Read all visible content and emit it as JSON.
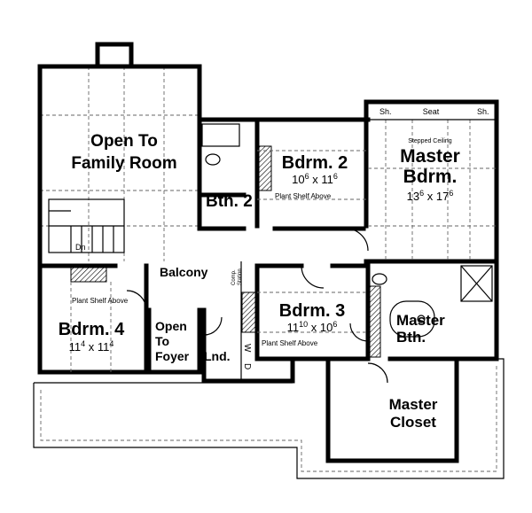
{
  "plan": {
    "rooms": {
      "family_open_1": "Open To",
      "family_open_2": "Family Room",
      "bath2": "Bth. 2",
      "bdrm2": "Bdrm. 2",
      "bdrm2_w": "10",
      "bdrm2_w_in": "6",
      "bdrm2_x": "x",
      "bdrm2_d": "11",
      "bdrm2_d_in": "6",
      "master_1": "Master",
      "master_2": "Bdrm.",
      "master_w": "13",
      "master_w_in": "6",
      "master_x": "x",
      "master_d": "17",
      "master_d_in": "6",
      "balcony": "Balcony",
      "bdrm4": "Bdrm. 4",
      "bdrm4_w": "11",
      "bdrm4_w_in": "4",
      "bdrm4_x": "x",
      "bdrm4_d": "11",
      "bdrm4_d_in": "4",
      "foyer_1": "Open",
      "foyer_2": "To",
      "foyer_3": "Foyer",
      "laundry": "Lnd.",
      "bdrm3": "Bdrm. 3",
      "bdrm3_w": "11",
      "bdrm3_w_in": "10",
      "bdrm3_x": "x",
      "bdrm3_d": "10",
      "bdrm3_d_in": "6",
      "master_bath_1": "Master",
      "master_bath_2": "Bth.",
      "closet_1": "Master",
      "closet_2": "Closet"
    },
    "notes": {
      "stepped_ceiling": "Stepped Ceiling",
      "seat": "Seat",
      "shelf_left": "Sh.",
      "shelf_right": "Sh.",
      "plant_shelf_bdrm2": "Plant Shelf Above",
      "plant_shelf_bdrm4": "Plant Shelf Above",
      "plant_shelf_bdrm3": "Plant Shelf Above",
      "comp_1": "Comp.",
      "comp_2": "Station",
      "washer": "W",
      "dryer": "D",
      "down": "Dn"
    }
  }
}
